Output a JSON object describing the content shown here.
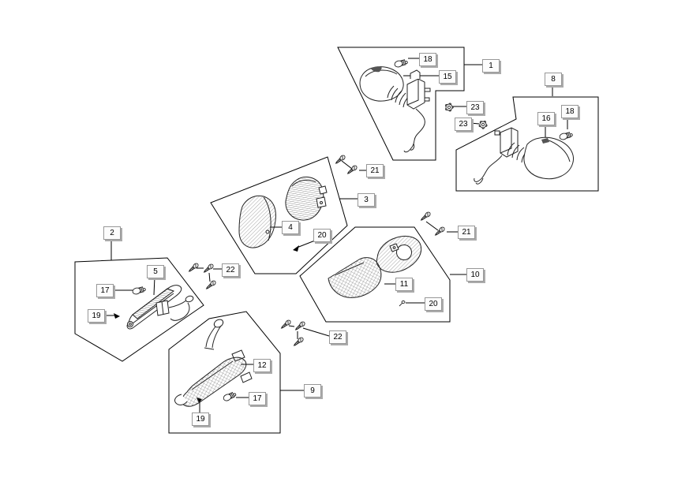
{
  "colors": {
    "background": "#ffffff",
    "line": "#111111",
    "hatch": "#555555",
    "callout_face": "#fcfcfc",
    "callout_border": "#979797",
    "callout_shadow": "#ababab",
    "callout_text": "#000000"
  },
  "callouts": [
    {
      "text": "18"
    },
    {
      "text": "15"
    },
    {
      "text": "1"
    },
    {
      "text": "23"
    },
    {
      "text": "23"
    },
    {
      "text": "8"
    },
    {
      "text": "16"
    },
    {
      "text": "18"
    },
    {
      "text": "21"
    },
    {
      "text": "3"
    },
    {
      "text": "4"
    },
    {
      "text": "20"
    },
    {
      "text": "22"
    },
    {
      "text": "2"
    },
    {
      "text": "5"
    },
    {
      "text": "17"
    },
    {
      "text": "19"
    },
    {
      "text": "21"
    },
    {
      "text": "10"
    },
    {
      "text": "11"
    },
    {
      "text": "20"
    },
    {
      "text": "22"
    },
    {
      "text": "12"
    },
    {
      "text": "17"
    },
    {
      "text": "19"
    },
    {
      "text": "9"
    }
  ],
  "regions": [
    {
      "label": "1",
      "contains": [
        "15",
        "18"
      ]
    },
    {
      "label": "8",
      "contains": [
        "16",
        "18"
      ]
    },
    {
      "label": "3",
      "contains": [
        "4",
        "20"
      ]
    },
    {
      "label": "2",
      "contains": [
        "5",
        "17",
        "19"
      ]
    },
    {
      "label": "10",
      "contains": [
        "11",
        "20"
      ]
    },
    {
      "label": "9",
      "contains": [
        "12",
        "17",
        "19"
      ]
    }
  ]
}
